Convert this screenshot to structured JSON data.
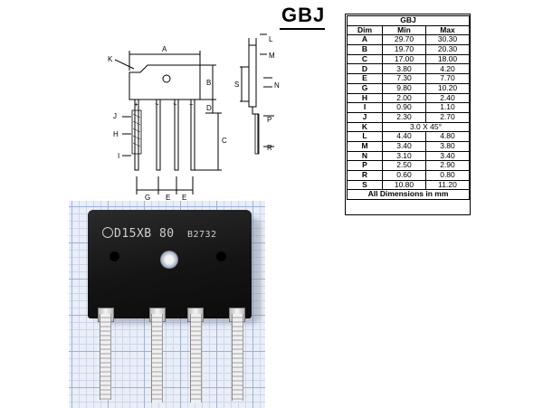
{
  "package_title": "GBJ",
  "table": {
    "caption": "GBJ",
    "columns": [
      "Dim",
      "Min",
      "Max"
    ],
    "rows": [
      {
        "dim": "A",
        "min": "29.70",
        "max": "30.30"
      },
      {
        "dim": "B",
        "min": "19.70",
        "max": "20.30"
      },
      {
        "dim": "C",
        "min": "17.00",
        "max": "18.00"
      },
      {
        "dim": "D",
        "min": "3.80",
        "max": "4.20"
      },
      {
        "dim": "E",
        "min": "7.30",
        "max": "7.70"
      },
      {
        "dim": "G",
        "min": "9.80",
        "max": "10.20"
      },
      {
        "dim": "H",
        "min": "2.00",
        "max": "2.40"
      },
      {
        "dim": "I",
        "min": "0.90",
        "max": "1.10"
      },
      {
        "dim": "J",
        "min": "2.30",
        "max": "2.70"
      },
      {
        "dim": "K",
        "value": "3.0 X 45°"
      },
      {
        "dim": "L",
        "min": "4.40",
        "max": "4.80"
      },
      {
        "dim": "M",
        "min": "3.40",
        "max": "3.80"
      },
      {
        "dim": "N",
        "min": "3.10",
        "max": "3.40"
      },
      {
        "dim": "P",
        "min": "2.50",
        "max": "2.90"
      },
      {
        "dim": "R",
        "min": "0.60",
        "max": "0.80"
      },
      {
        "dim": "S",
        "min": "10.80",
        "max": "11.20"
      }
    ],
    "footer": "All Dimensions in mm"
  },
  "drawing_labels": {
    "a": "A",
    "b": "B",
    "c": "C",
    "d": "D",
    "e1": "E",
    "e2": "E",
    "g": "G",
    "h": "H",
    "i": "I",
    "j": "J",
    "k": "K",
    "l": "L",
    "m": "M",
    "n": "N",
    "p": "P",
    "r": "R",
    "s": "S",
    "plus": "+",
    "minus": "−",
    "ac1": "~",
    "ac2": "~"
  },
  "photo": {
    "part_marking": "D15XB 80",
    "lot_code": "B2732"
  }
}
